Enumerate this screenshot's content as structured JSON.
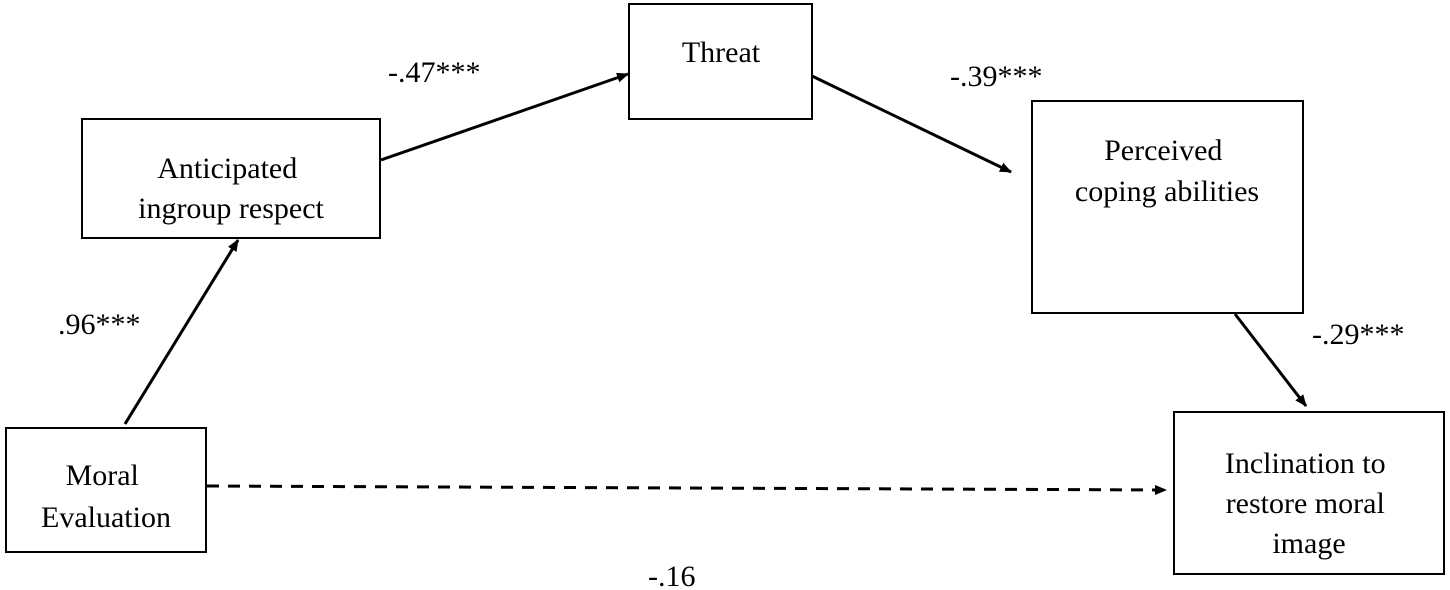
{
  "nodes": {
    "moral_evaluation": {
      "lines": [
        "Moral",
        "Evaluation"
      ]
    },
    "anticipated_respect": {
      "lines": [
        "Anticipated",
        "ingroup respect"
      ]
    },
    "threat": {
      "lines": [
        "Threat"
      ]
    },
    "coping": {
      "lines": [
        "Perceived",
        "coping abilities"
      ]
    },
    "inclination": {
      "lines": [
        "Inclination to",
        "restore moral",
        "image"
      ]
    }
  },
  "edges": {
    "moral_to_respect": {
      "coef": ".96***",
      "style": "solid"
    },
    "respect_to_threat": {
      "coef": "-.47***",
      "style": "solid"
    },
    "threat_to_coping": {
      "coef": "-.39***",
      "style": "solid"
    },
    "coping_to_inclination": {
      "coef": "-.29***",
      "style": "solid"
    },
    "moral_to_inclination": {
      "coef": "-.16",
      "style": "dashed"
    }
  }
}
